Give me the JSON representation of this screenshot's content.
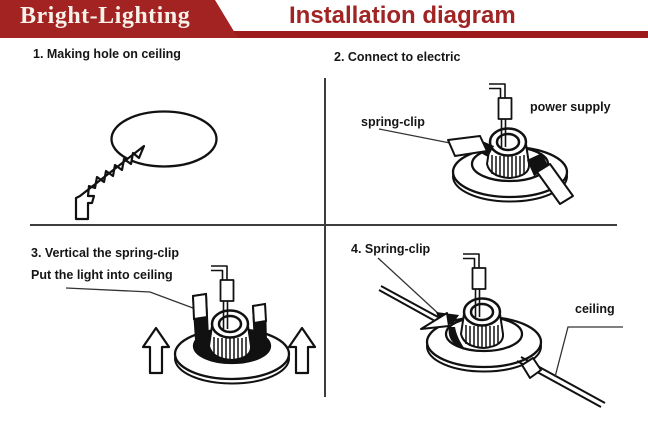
{
  "header": {
    "brand": "Bright-Lighting",
    "title": "Installation diagram"
  },
  "theme": {
    "red": "#a32222",
    "stripe_red": "#9e1b1b",
    "title_red": "#a12424",
    "brand_text": "#f6f1e9",
    "ink": "#111111",
    "divider": "#3d3d3d"
  },
  "steps": {
    "step1": {
      "title": "1. Making hole on ceiling"
    },
    "step2": {
      "title": "2. Connect to electric",
      "label_spring_clip": "spring-clip",
      "label_power_supply": "power supply"
    },
    "step3": {
      "title_line1": "3. Vertical the spring-clip",
      "title_line2": "Put the light into ceiling"
    },
    "step4": {
      "title": "4. Spring-clip",
      "label_ceiling": "ceiling"
    }
  },
  "icons": {
    "hole_saw": "hole-cutting-saw-illustration",
    "downlight": "recessed-downlight-illustration",
    "up_arrow": "up-arrow-icon",
    "ceiling_panel": "ceiling-panel-line"
  }
}
